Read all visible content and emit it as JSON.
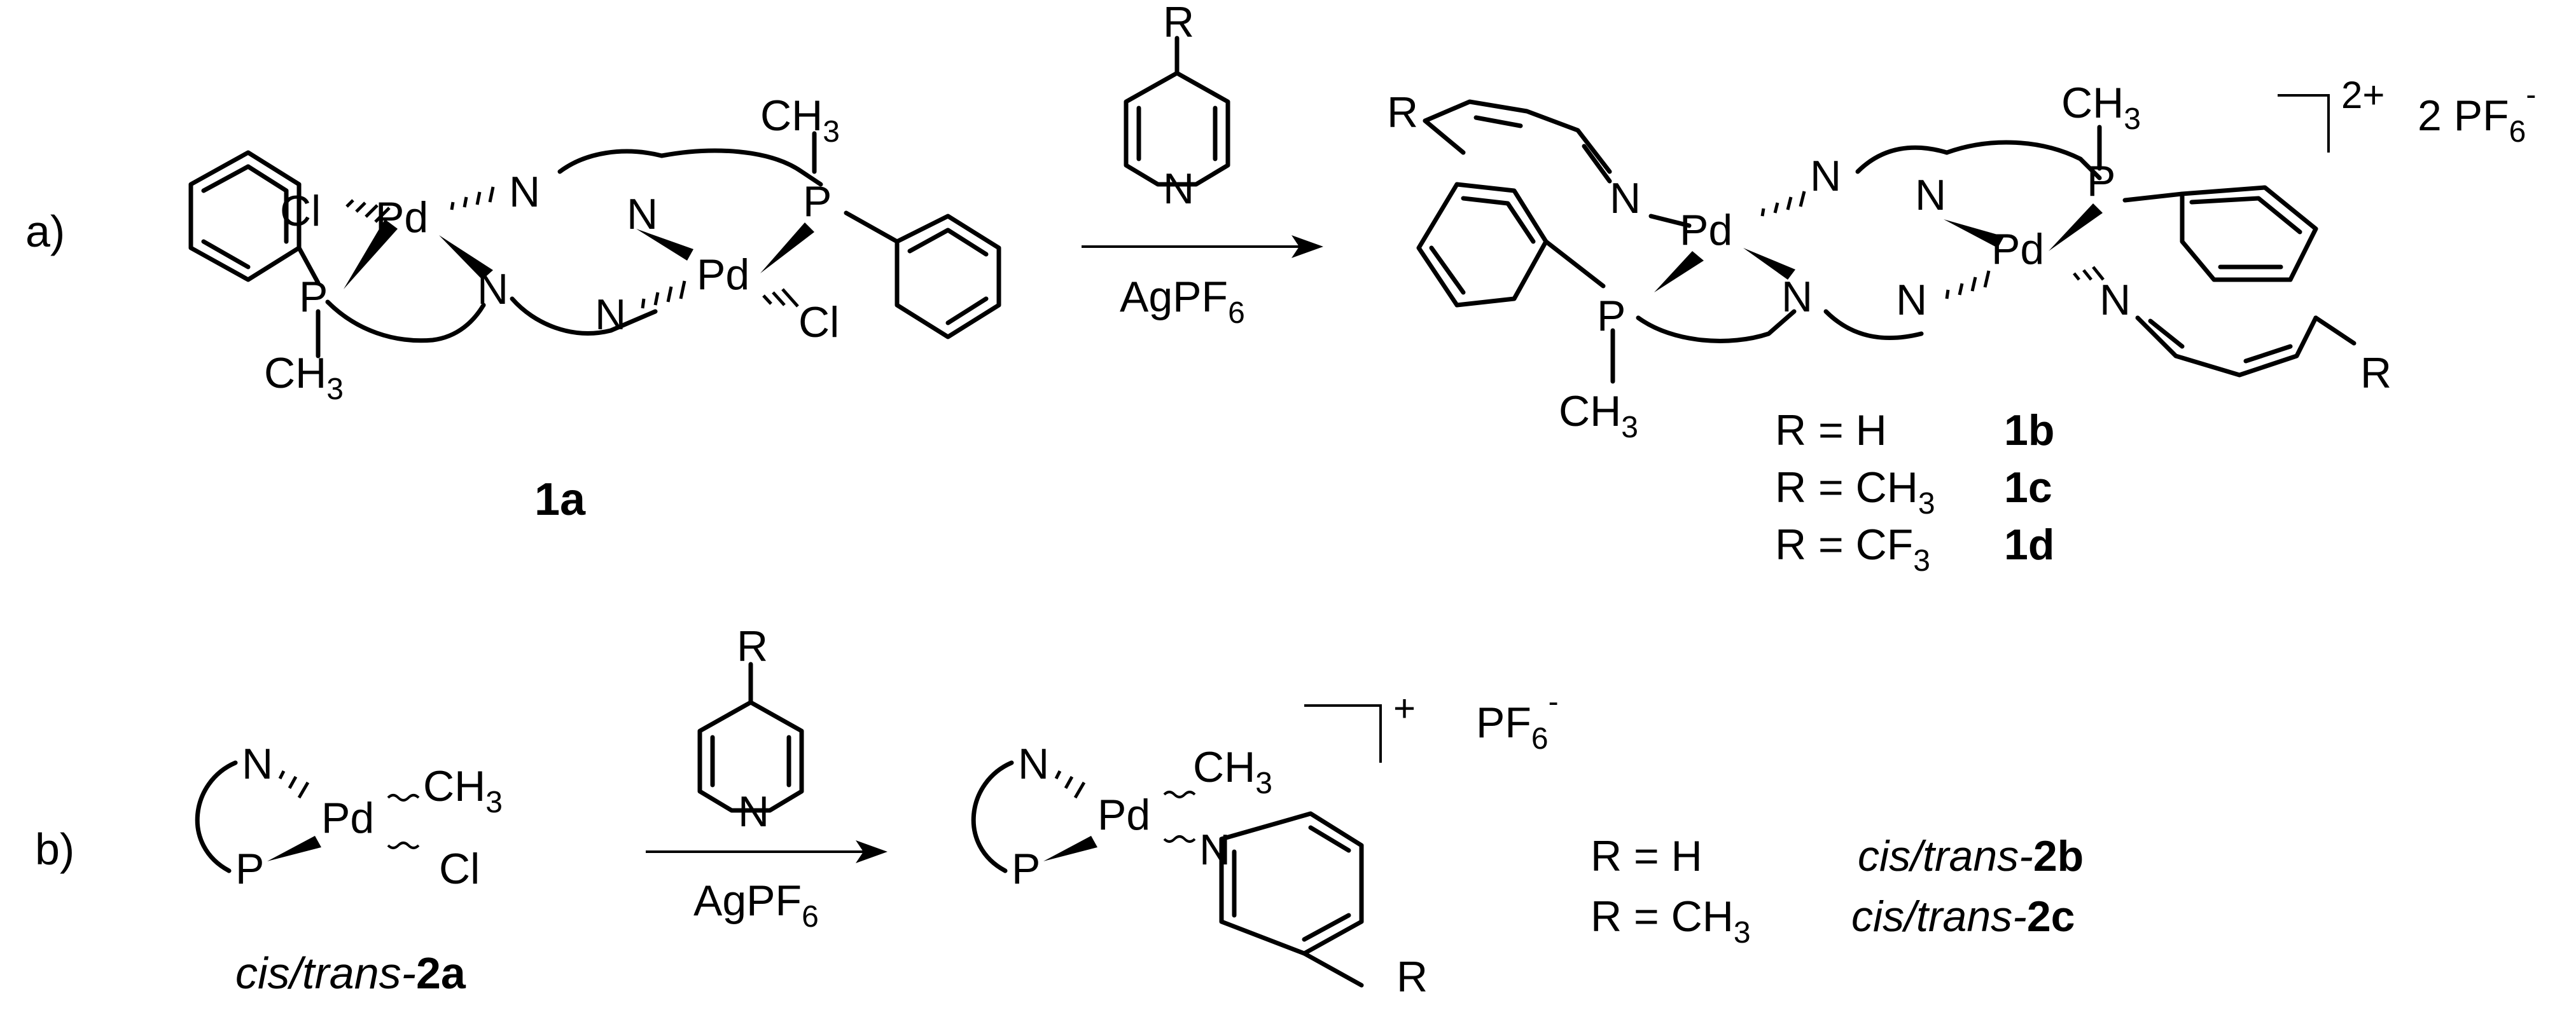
{
  "part_a": {
    "label": "a)",
    "reactant": {
      "atoms": {
        "pd": "Pd",
        "cl": "Cl",
        "n": "N",
        "p": "P",
        "ch3": "CH",
        "sub3": "3"
      },
      "compound_label": "1a"
    },
    "arrow": {
      "reagent_r": "R",
      "reagent_n": "N",
      "below_main": "AgPF",
      "below_sub": "6"
    },
    "product": {
      "atoms": {
        "pd": "Pd",
        "n": "N",
        "p": "P",
        "ch3": "CH",
        "sub3": "3",
        "r": "R"
      },
      "charge": "2+",
      "counterion_prefix": "2 PF",
      "counterion_sub": "6",
      "counterion_sup": "-",
      "table": [
        {
          "r": "R = H",
          "r_sub": "",
          "compound": "1b"
        },
        {
          "r": "R = CH",
          "r_sub": "3",
          "compound": "1c"
        },
        {
          "r": "R = CF",
          "r_sub": "3",
          "compound": "1d"
        }
      ]
    }
  },
  "part_b": {
    "label": "b)",
    "reactant": {
      "atoms": {
        "pd": "Pd",
        "n": "N",
        "p": "P",
        "cl": "Cl",
        "ch3": "CH",
        "sub3": "3"
      },
      "compound_italic": "cis/trans-",
      "compound_bold": "2a"
    },
    "arrow": {
      "reagent_r": "R",
      "reagent_n": "N",
      "below_main": "AgPF",
      "below_sub": "6"
    },
    "product": {
      "atoms": {
        "pd": "Pd",
        "n": "N",
        "p": "P",
        "ch3": "CH",
        "sub3": "3",
        "r": "R"
      },
      "charge": "+",
      "counterion_prefix": "PF",
      "counterion_sub": "6",
      "counterion_sup": "-",
      "table": [
        {
          "r": "R = H",
          "r_sub": "",
          "italic": "cis/trans-",
          "bold": "2b"
        },
        {
          "r": "R = CH",
          "r_sub": "3",
          "italic": "cis/trans-",
          "bold": "2c"
        }
      ]
    }
  }
}
